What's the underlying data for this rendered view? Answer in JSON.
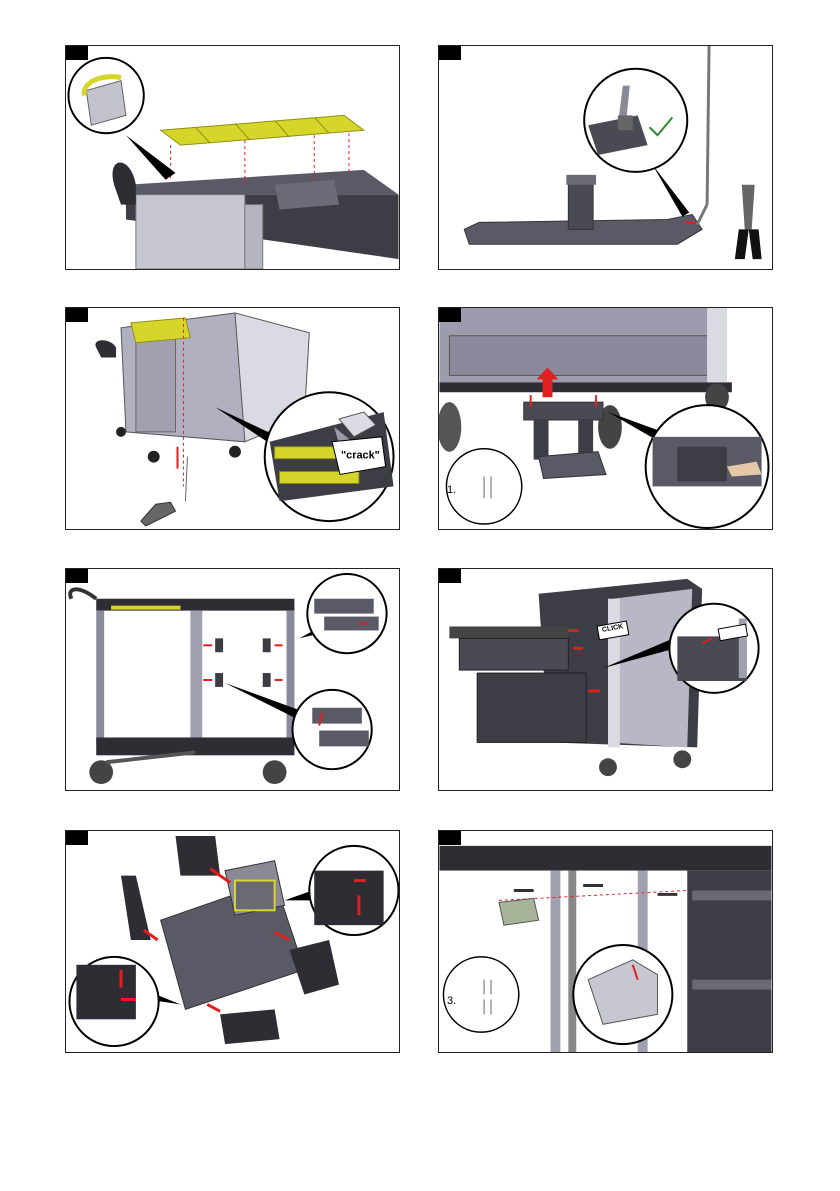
{
  "panels": [
    {
      "id": "p1"
    },
    {
      "id": "p2"
    },
    {
      "id": "p3",
      "callout": "\"crack\""
    },
    {
      "id": "p4",
      "qty_label": "1."
    },
    {
      "id": "p5"
    },
    {
      "id": "p6",
      "callout": "CLICK"
    },
    {
      "id": "p7"
    },
    {
      "id": "p8",
      "qty_label": "3."
    }
  ],
  "colors": {
    "frame": "#3d3d46",
    "frame_light": "#8a8a96",
    "panel_fill": "#a9a9b8",
    "accent_yellow": "#d6d62a",
    "arrow_red": "#e02020",
    "check_green": "#2a8a2a"
  }
}
